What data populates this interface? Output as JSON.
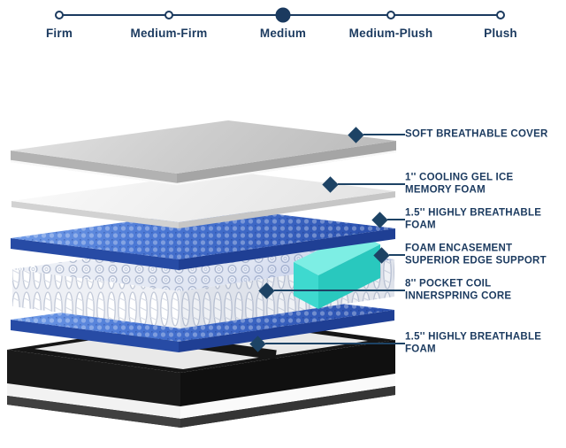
{
  "colors": {
    "navy": "#1b3a5f",
    "diamond_navy": "#1d4365",
    "foam_blue": "#2c55b5",
    "teal": "#3ed9cf",
    "cover_gray": "#c6c6c6",
    "base_black": "#161616"
  },
  "firmness_scale": {
    "options": [
      {
        "label": "Firm",
        "selected": false
      },
      {
        "label": "Medium-Firm",
        "selected": false
      },
      {
        "label": "Medium",
        "selected": true
      },
      {
        "label": "Medium-Plush",
        "selected": false
      },
      {
        "label": "Plush",
        "selected": false
      }
    ]
  },
  "diagram": {
    "callouts": [
      {
        "layer": "soft-breathable-cover",
        "line1": "SOFT BREATHABLE COVER",
        "line2": ""
      },
      {
        "layer": "cooling-gel-memory-foam",
        "line1": "1'' COOLING GEL ICE",
        "line2": "MEMORY FOAM"
      },
      {
        "layer": "breathable-foam-top",
        "line1": "1.5'' HIGHLY BREATHABLE",
        "line2": "FOAM"
      },
      {
        "layer": "foam-encasement",
        "line1": "FOAM ENCASEMENT",
        "line2": "SUPERIOR EDGE SUPPORT"
      },
      {
        "layer": "pocket-coil-core",
        "line1": "8'' POCKET COIL",
        "line2": "INNERSPRING CORE"
      },
      {
        "layer": "breathable-foam-bottom",
        "line1": "1.5'' HIGHLY BREATHABLE",
        "line2": "FOAM"
      }
    ],
    "layers": [
      "soft-breathable-cover",
      "cooling-gel-memory-foam",
      "breathable-foam-top",
      "foam-encasement",
      "pocket-coil-core",
      "breathable-foam-bottom",
      "base"
    ]
  }
}
